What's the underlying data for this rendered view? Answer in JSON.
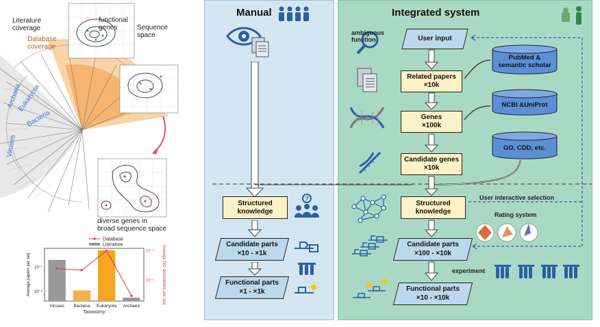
{
  "left_panel": {
    "literature_coverage": "Literature\ncoverage",
    "database_coverage": "Database\ncoverage",
    "functional_genes": "functional\ngenes",
    "sequence_space": "Sequence\nspace",
    "archaea": "Archaea",
    "eukaryota": "Eukaryota",
    "bacteria": "Bacteria",
    "viruses": "Viruses",
    "diverse_genes": "diverse genes in\nbroad sequence space"
  },
  "chart_data": {
    "type": "bar",
    "categories": [
      "Viruses",
      "Bacteria",
      "Eukaryota",
      "Archaea"
    ],
    "series": [
      {
        "name": "Literature",
        "values": [
          0.2,
          0.011,
          0.5,
          0.0055
        ],
        "color": "#999999"
      },
      {
        "name": "Database",
        "values": [
          0.00025,
          0.00022,
          0.001,
          3e-05
        ],
        "color": "#e0333a"
      }
    ],
    "bar_colors": [
      "#999999",
      "#f5b14a",
      "#f5a623",
      "#999999"
    ],
    "legend": [
      "Database",
      "Literature"
    ],
    "xlabel": "Taxonomy",
    "ylabel": "Average papers per seq",
    "y2label": "Average GO annotations per seq",
    "yticks": [
      "10⁻¹",
      "10⁻²"
    ],
    "y2ticks": [
      "10⁻³",
      "10⁻⁴"
    ],
    "scale": "log",
    "legend_position": "top"
  },
  "manual": {
    "title": "Manual",
    "structured": "Structured\nknowledge",
    "candidate": "Candidate parts\n×10 - ×1k",
    "functional": "Functional parts\n×1 - ×1k"
  },
  "integrated": {
    "title": "Integrated system",
    "ambiguous": "ambiguous\nfunction",
    "user_input": "User input",
    "pubmed": "PubMed &\nsemantic scholar",
    "related": "Related papers\n×10k",
    "ncbi": "NCBI &UniProt",
    "genes": "Genes\n×100k",
    "go": "GO, CDD, etc.",
    "candidate_genes": "Candidate genes\n×10k",
    "user_selection": "User interactive selection",
    "structured": "Structured\nknowledge",
    "rating": "Rating system",
    "candidate_parts": "Candidate parts\n×100 - ×10k",
    "experiment": "experiment",
    "functional_parts": "Functional parts\n×10 - ×10k"
  },
  "colors": {
    "manual_bg": "#d3e6f1",
    "integrated_bg": "#a9d9c4",
    "box_yellow": "#fdf1c7",
    "box_blue": "#bcd8ec",
    "icon_blue": "#2b5fa8",
    "cylinder": "#5b8fd6",
    "orange": "#f5a623"
  }
}
